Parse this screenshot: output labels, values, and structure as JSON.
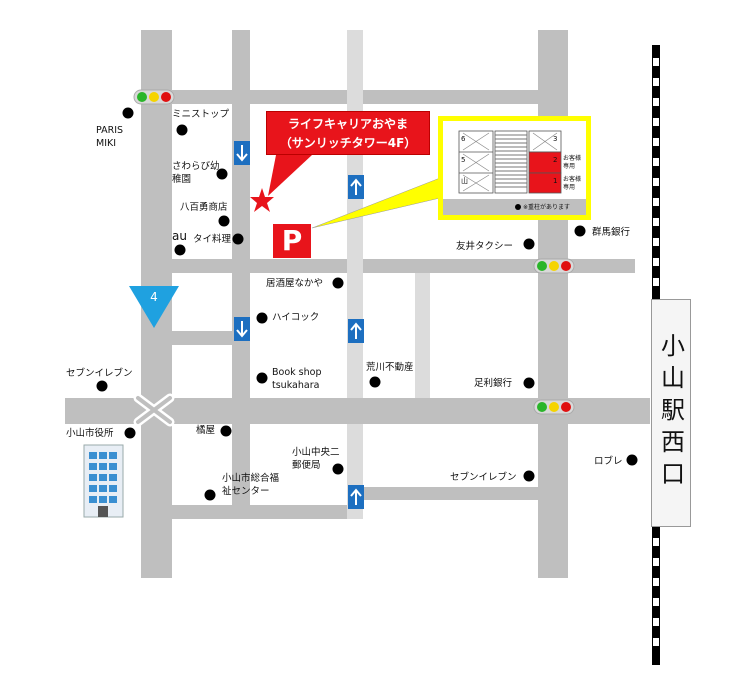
{
  "callout": {
    "line1": "ライフキャリアおやま",
    "line2": "（サンリッチタワー4F）"
  },
  "station": "小山駅西口",
  "route_number": "4",
  "parking_sign": "P",
  "inset": {
    "row_left": [
      "6",
      "5",
      "山"
    ],
    "row_right": [
      "3",
      "2",
      "1"
    ],
    "reserved": "お客様専用",
    "note": "※重柱があります"
  },
  "places": {
    "paris_miki": "PARIS MIKI",
    "mini_stop": "ミニストップ",
    "sawarabi": "さわらび幼稚園",
    "yaoyu": "八百勇商店",
    "au": "au",
    "thai": "タイ料理",
    "izakaya": "居酒屋なかや",
    "haicock": "ハイコック",
    "bookshop": "Book shop tsukahara",
    "arakawa": "荒川不動産",
    "yu_taxi": "友井タクシー",
    "gunma_bank": "群馬銀行",
    "seven_1": "セブンイレブン",
    "city_hall": "小山市役所",
    "ashikaga_bank": "足利銀行",
    "kitsuya": "橘屋",
    "post_office": "小山中央二郵便局",
    "welfare": "小山市総合福祉センター",
    "seven_2": "セブンイレブン",
    "loblu": "ロブレ"
  }
}
